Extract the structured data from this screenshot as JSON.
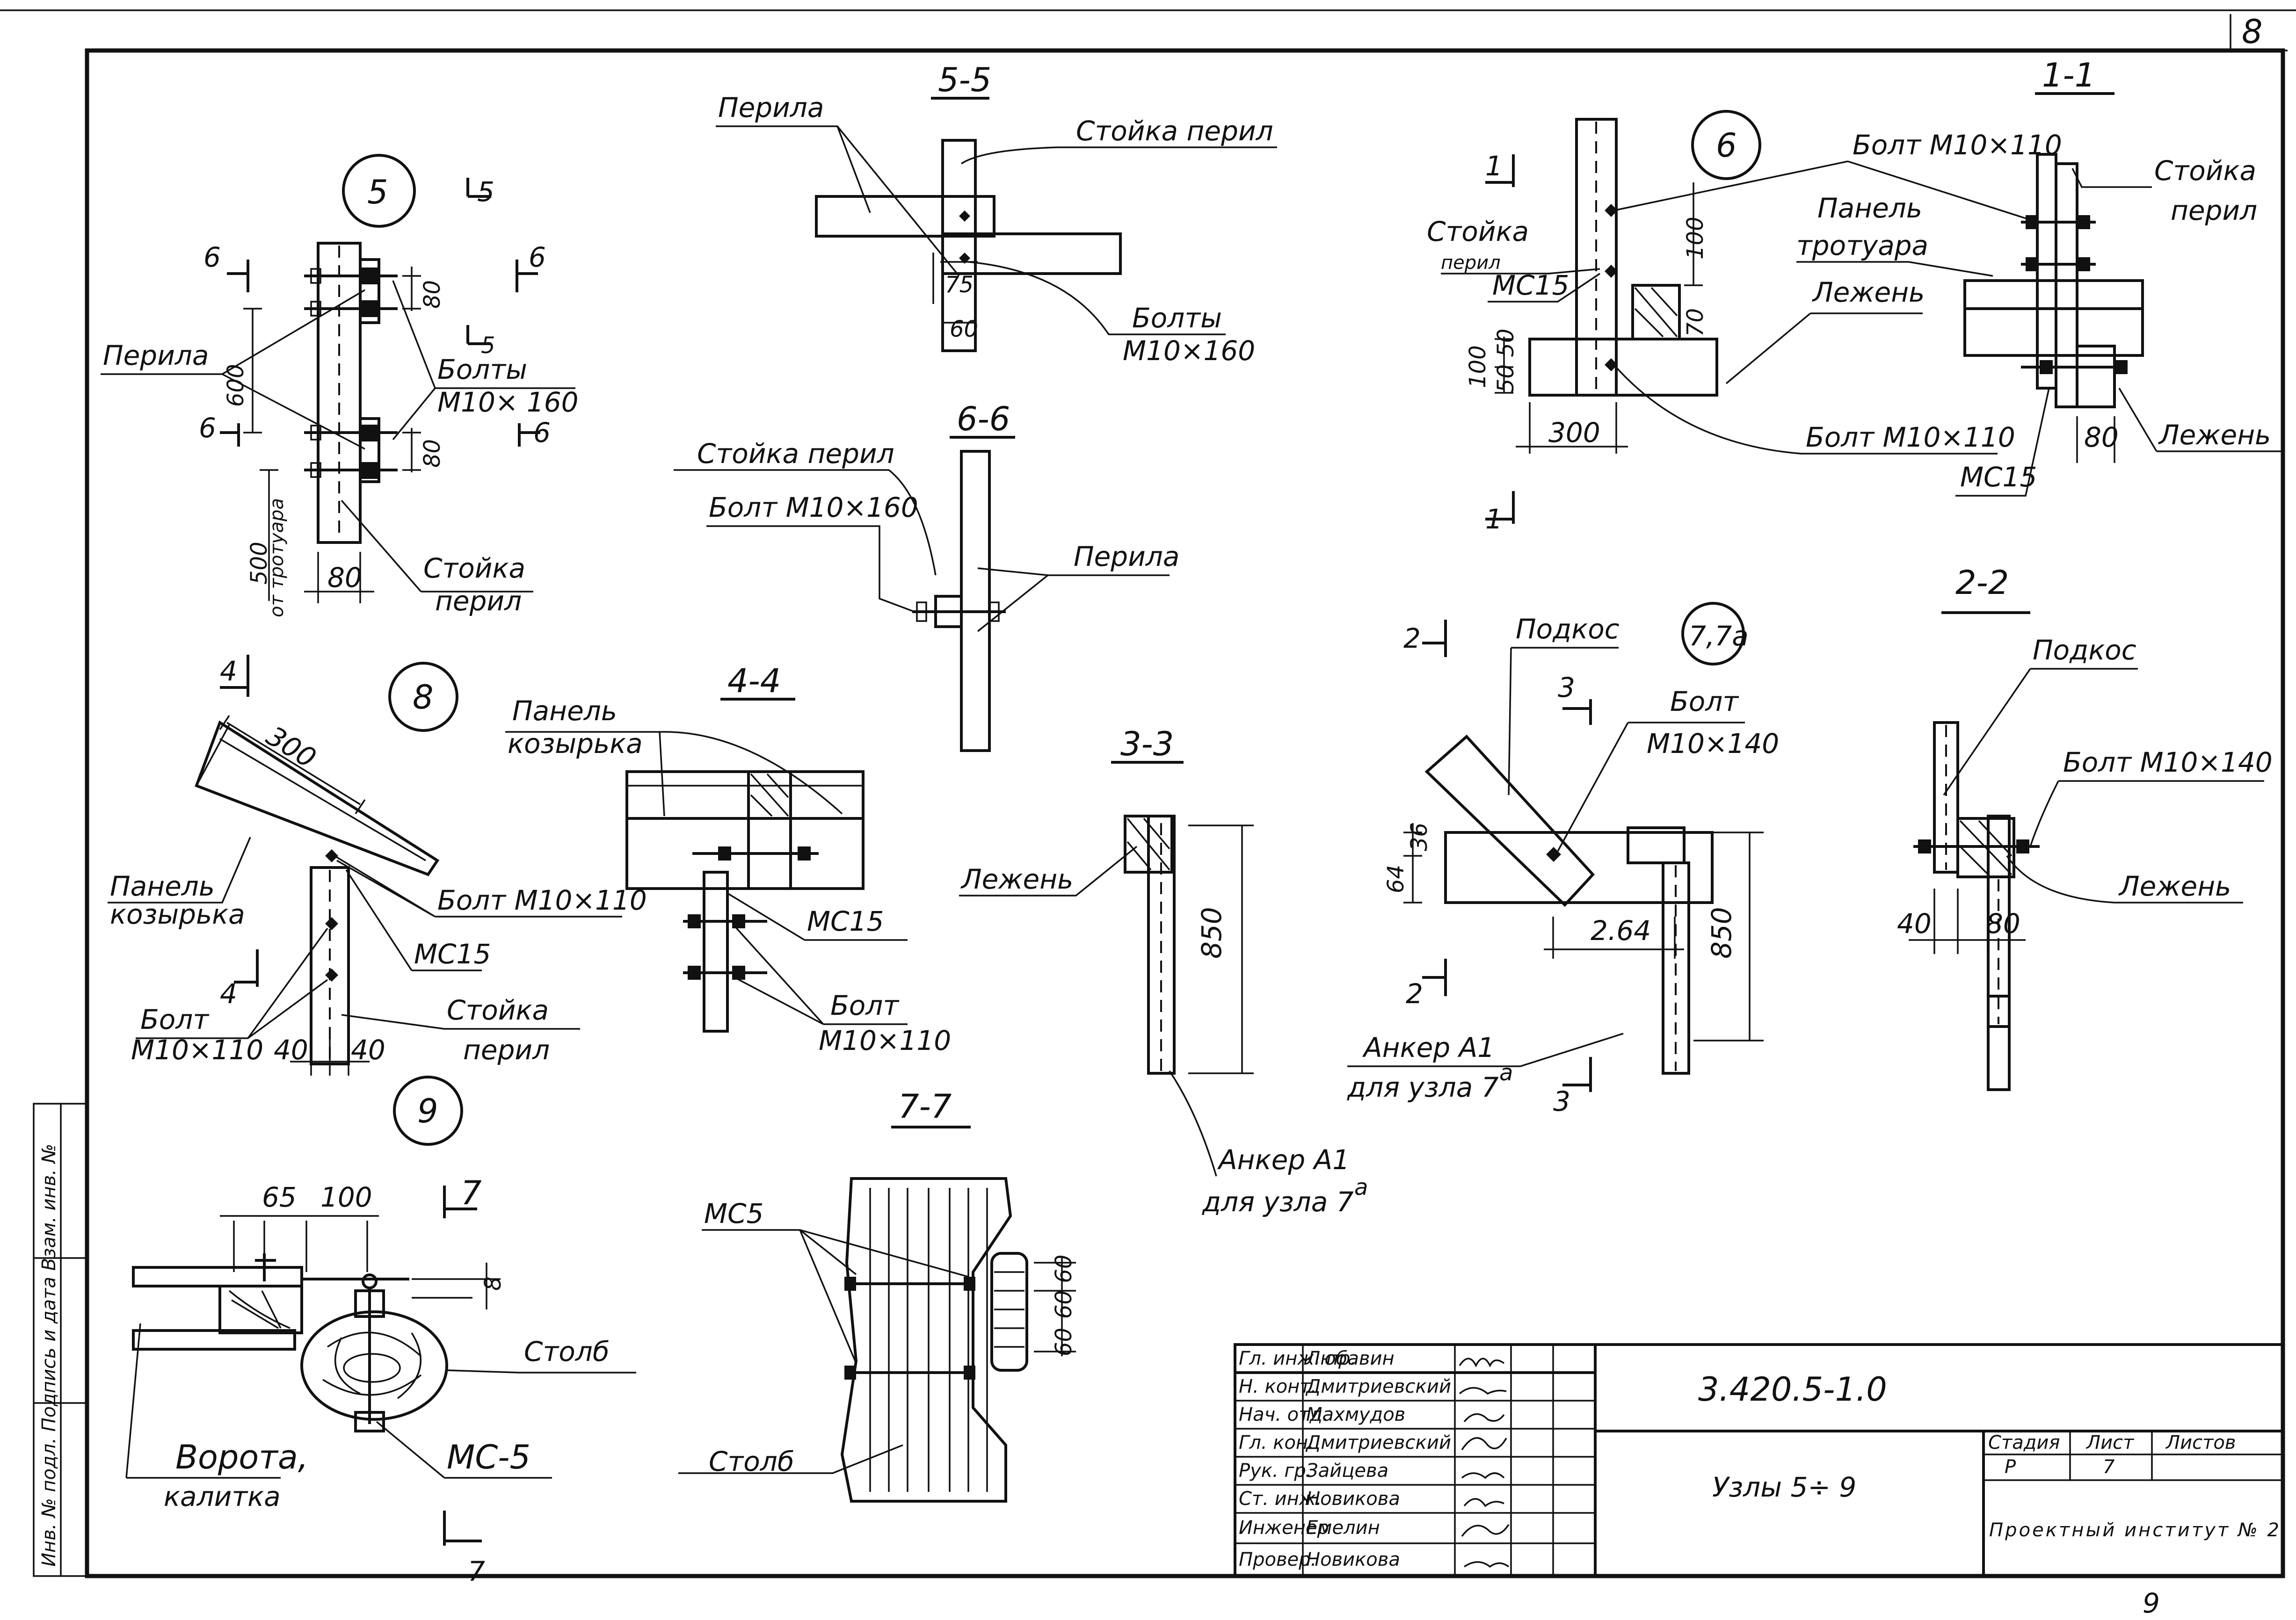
{
  "sheet": {
    "corner_number": "8",
    "bottom_page_number": "9",
    "side_stamp": "Инв. № подл.   Подпись и дата   Взам. инв. №"
  },
  "node5": {
    "marker": "5",
    "cut5": "5",
    "cut6": "6",
    "label_railings": "Перила",
    "label_bolts": "Болты",
    "label_bolts_size": "М10× 160",
    "label_post": "Стойка",
    "label_post2": "перил",
    "dim_80a": "80",
    "dim_80b": "80",
    "dim_600": "600",
    "dim_500": "500",
    "dim_sidewalk": "от тротуара",
    "dim_80w": "80"
  },
  "sec55": {
    "title": "5-5",
    "label_railings": "Перила",
    "label_post": "Стойка перил",
    "label_bolts": "Болты",
    "label_bolts_size": "М10×160",
    "dim_75": "75",
    "dim_60": "60"
  },
  "sec66": {
    "title": "6-6",
    "label_post": "Стойка перил",
    "label_bolt": "Болт М10×160",
    "label_railings": "Перила"
  },
  "node6": {
    "marker": "6",
    "cut1": "1",
    "label_post": "Стойка",
    "label_post2": "перил",
    "label_mc": "МС15",
    "label_bolt_top": "Болт М10×110",
    "label_panel": "Панель",
    "label_panel2": "тротуара",
    "label_beam": "Лежень",
    "label_bolt_bot": "Болт М10×110",
    "label_mc_b": "МС15",
    "dim_100": "100",
    "dim_70": "70",
    "dim_100b": "100",
    "dim_5050": "50 50",
    "dim_300": "300",
    "dim_80": "80"
  },
  "sec11": {
    "title": "1-1",
    "label_post": "Стойка",
    "label_post2": "перил",
    "label_beam": "Лежень"
  },
  "node8": {
    "marker": "8",
    "cut4": "4",
    "dim_300": "300",
    "label_panel": "Панель",
    "label_panel2": "козырька",
    "label_bolt": "Болт М10×110",
    "label_mc": "МС15",
    "label_bolt2": "Болт",
    "label_bolt2_size": "М10×110",
    "label_post": "Стойка",
    "label_post2": "перил",
    "dim_40a": "40",
    "dim_40b": "40"
  },
  "sec44": {
    "title": "4-4",
    "label_panel": "Панель",
    "label_panel2": "козырька",
    "label_mc": "МС15",
    "label_bolt": "Болт",
    "label_bolt_size": "М10×110"
  },
  "sec33": {
    "title": "3-3",
    "label_beam": "Лежень",
    "dim_850": "850",
    "label_anchor": "Анкер А1",
    "label_anchor2": "для узла 7",
    "sup": "а"
  },
  "node77a": {
    "marker": "7,7а",
    "cut2": "2",
    "cut3": "3",
    "label_brace": "Подкос",
    "label_bolt": "Болт",
    "label_bolt_size": "М10×140",
    "dim_64": "64",
    "dim_36": "36",
    "dim_264": "2.64",
    "dim_850": "850",
    "label_anchor": "Анкер А1",
    "label_anchor2": "для узла 7",
    "sup": "а"
  },
  "sec22": {
    "title": "2-2",
    "label_brace": "Подкос",
    "label_bolt": "Болт М10×140",
    "label_beam": "Лежень",
    "dim_40": "40",
    "dim_80": "80"
  },
  "node9": {
    "marker": "9",
    "cut7": "7",
    "dim_65": "65",
    "dim_100": "100",
    "dim_8": "8",
    "label_pillar": "Столб",
    "label_gate": "Ворота,",
    "label_gate2": "калитка",
    "label_mc": "МС-5"
  },
  "sec77": {
    "title": "7-7",
    "label_mc": "МС5",
    "label_pillar": "Столб",
    "dim_60a": "60",
    "dim_60b": "60",
    "dim_6060": "60 60"
  },
  "title_block": {
    "roles": [
      "Гл. инж. пр.",
      "Н. конт.",
      "Нач. отд.",
      "Гл. кон.",
      "Рук. гр.",
      "Ст. инж.",
      "Инженер",
      "Провер."
    ],
    "names": [
      "Любавин",
      "Дмитриевский",
      "Махмудов",
      "Дмитриевский",
      "Зайцева",
      "Новикова",
      "Емелин",
      "Новикова"
    ],
    "code": "3.420.5-1.0",
    "title": "Узлы 5÷ 9",
    "stage_h": "Стадия",
    "sheet_h": "Лист",
    "sheets_h": "Листов",
    "stage": "Р",
    "sheet": "7",
    "org": "Проектный институт № 2"
  }
}
